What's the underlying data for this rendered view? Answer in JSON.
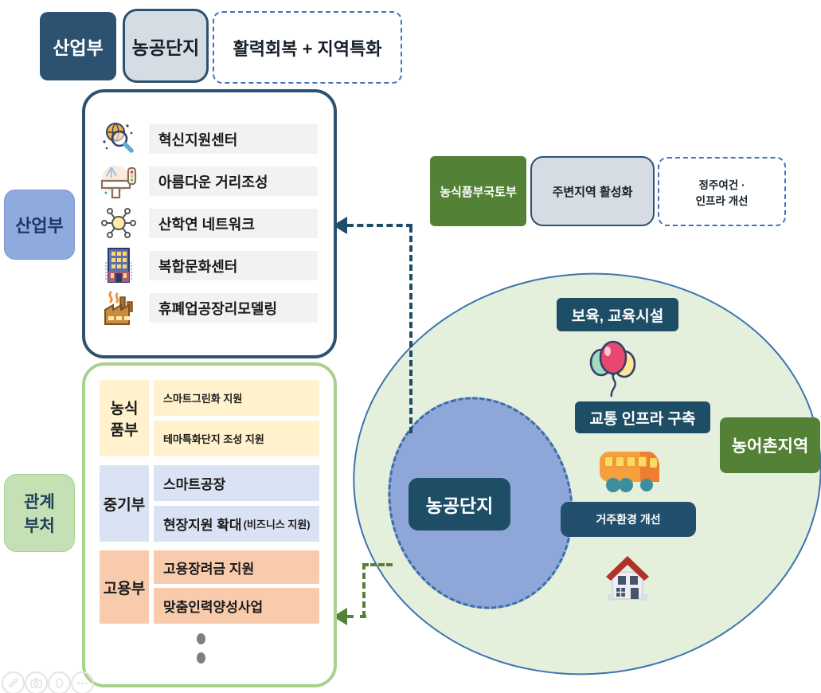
{
  "header": {
    "ministry_badge": "산업부",
    "complex_badge": "농공단지",
    "goal_badge": "활력회복 + 지역특화"
  },
  "industry_panel": {
    "side_label": "산업부",
    "items": [
      {
        "label": "혁신지원센터",
        "icon": "innovation-search-icon"
      },
      {
        "label": "아름다운 거리조성",
        "icon": "street-icon"
      },
      {
        "label": "산학연 네트워크",
        "icon": "network-icon"
      },
      {
        "label": "복합문화센터",
        "icon": "culture-center-building-icon"
      },
      {
        "label": "휴폐업공장리모델링",
        "icon": "closed-factory-icon"
      }
    ]
  },
  "mid_flow": {
    "ministry_badge": "농식품부국토부",
    "subject_badge": "주변지역 활성화",
    "goal_badge": "정주여건 ·\n인프라 개선"
  },
  "related_panel": {
    "side_label": "관계\n부처",
    "groups": [
      {
        "name": "농식\n품부",
        "programs": [
          {
            "label": "스마트그린화 지원",
            "suffix": ""
          },
          {
            "label": "테마특화단지 조성 지원",
            "suffix": ""
          }
        ]
      },
      {
        "name": "중기부",
        "programs": [
          {
            "label": "스마트공장",
            "suffix": ""
          },
          {
            "label": "현장지원 확대",
            "suffix": "(비즈니스 지원)"
          }
        ]
      },
      {
        "name": "고용부",
        "programs": [
          {
            "label": "고용장려금 지원",
            "suffix": ""
          },
          {
            "label": "맞춤인력양성사업",
            "suffix": ""
          }
        ]
      }
    ]
  },
  "rural_area": {
    "region_badge": "농어촌지역",
    "complex_label": "농공단지",
    "childcare_label": "보육, 교육시설",
    "transport_label": "교통 인프라 구축",
    "housing_label": "거주환경 개선"
  },
  "colors": {
    "navy": "#2d5170",
    "dark_teal": "#1e4e66",
    "green": "#538135",
    "light_green_fill": "#e4f0db",
    "periwinkle": "#8faadc",
    "label_green": "#c5e0b4",
    "cream_row": "#fff2cc",
    "blue_row": "#dae3f3",
    "peach_row": "#f8cbad",
    "dashed_blue": "#4472c4"
  }
}
